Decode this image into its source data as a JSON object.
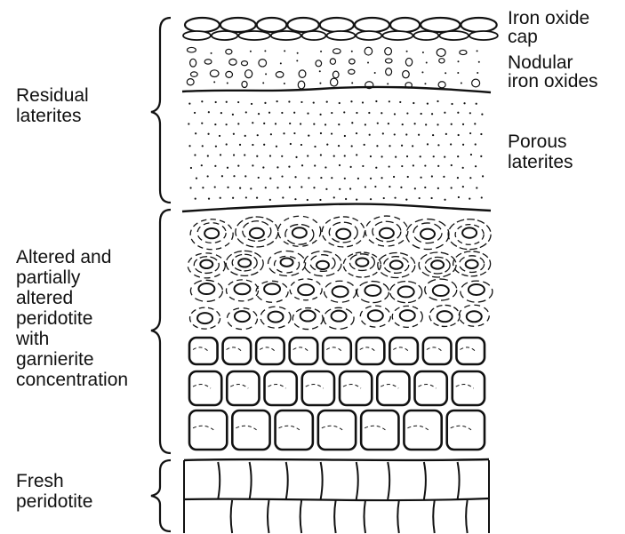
{
  "diagram": {
    "left_labels": {
      "residual": [
        "Residual",
        "laterites"
      ],
      "altered": [
        "Altered and",
        "partially",
        "altered",
        "peridotite",
        "with",
        "garnierite",
        "concentration"
      ],
      "fresh": [
        "Fresh",
        "peridotite"
      ]
    },
    "right_labels": {
      "iron_cap": [
        "Iron oxide",
        "cap"
      ],
      "nodular": [
        "Nodular",
        "iron oxides"
      ],
      "porous": [
        "Porous",
        "laterites"
      ]
    }
  },
  "colors": {
    "ink": "#111111",
    "background": "#ffffff"
  }
}
